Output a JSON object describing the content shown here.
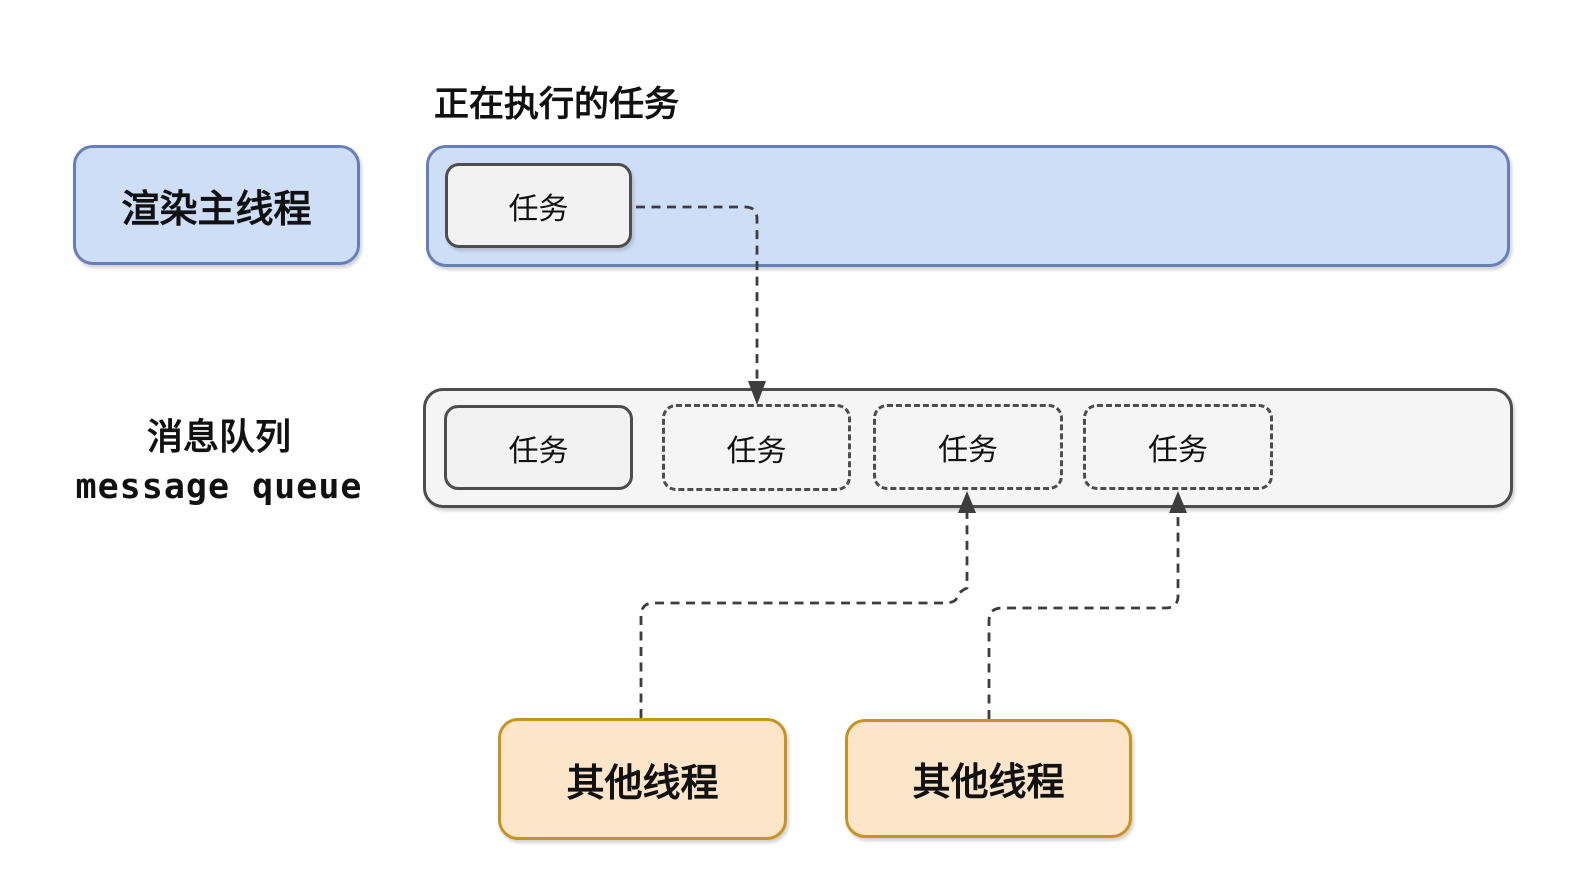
{
  "diagram": {
    "title": "正在执行的任务",
    "render_thread": {
      "label": "渲染主线程"
    },
    "main_thread_bar": {
      "executing_task": {
        "label": "任务",
        "style": "solid"
      }
    },
    "queue": {
      "label_cn": "消息队列",
      "label_en": "message queue",
      "tasks": [
        {
          "label": "任务",
          "style": "solid"
        },
        {
          "label": "任务",
          "style": "dashed"
        },
        {
          "label": "任务",
          "style": "dashed"
        },
        {
          "label": "任务",
          "style": "dashed"
        }
      ]
    },
    "other_threads": [
      {
        "label": "其他线程"
      },
      {
        "label": "其他线程"
      }
    ]
  },
  "colors": {
    "blue_fill": "#CFDEF7",
    "blue_stroke": "#6480BC",
    "container_fill": "#F5F5F5",
    "container_stroke": "#4D4D4D",
    "task_fill": "#F2F2F2",
    "task_stroke": "#4D4D4D",
    "orange_fill": "#FCE5C8",
    "orange_stroke": "#C8941F",
    "connector": "#3D3D3D",
    "text": "#111111"
  }
}
